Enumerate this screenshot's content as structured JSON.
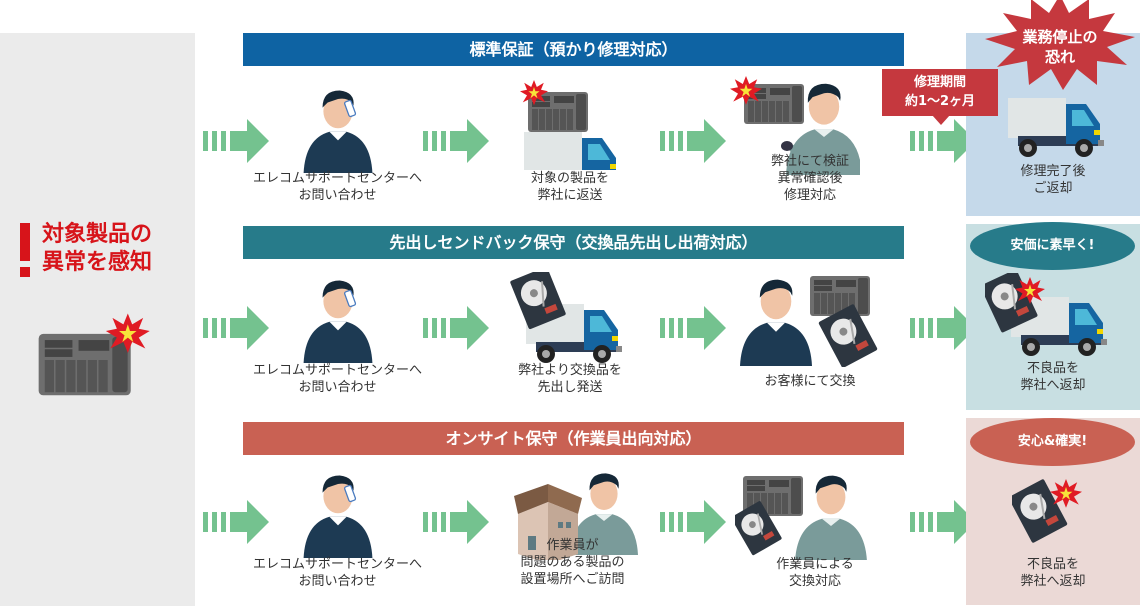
{
  "left": {
    "alert_line1": "対象製品の",
    "alert_line2": "異常を感知"
  },
  "colors": {
    "standard": "#0e63a3",
    "sendback": "#277b8a",
    "onsite": "#c96153",
    "arrow": "#74c28f",
    "alert": "#d7141a"
  },
  "rows": [
    {
      "header": "標準保証（預かり修理対応）",
      "steps": [
        {
          "line1": "エレコムサポートセンターへ",
          "line2": "お問い合わせ"
        },
        {
          "line1": "対象の製品を",
          "line2": "弊社に返送"
        },
        {
          "line1": "弊社にて検証",
          "line2": "異常確認後",
          "line3": "修理対応"
        }
      ],
      "callout": {
        "line1": "修理期間",
        "line2": "約1〜2ヶ月"
      },
      "warning": {
        "line1": "業務停止の",
        "line2": "恐れ"
      },
      "result": {
        "line1": "修理完了後",
        "line2": "ご返却"
      }
    },
    {
      "header": "先出しセンドバック保守（交換品先出し出荷対応）",
      "steps": [
        {
          "line1": "エレコムサポートセンターへ",
          "line2": "お問い合わせ"
        },
        {
          "line1": "弊社より交換品を",
          "line2": "先出し発送"
        },
        {
          "line1": "お客様にて交換"
        }
      ],
      "badge": "安価に素早く!",
      "result": {
        "line1": "不良品を",
        "line2": "弊社へ返却"
      }
    },
    {
      "header": "オンサイト保守（作業員出向対応）",
      "steps": [
        {
          "line1": "エレコムサポートセンターへ",
          "line2": "お問い合わせ"
        },
        {
          "line1": "作業員が",
          "line2": "問題のある製品の",
          "line3": "設置場所へご訪問"
        },
        {
          "line1": "作業員による",
          "line2": "交換対応"
        }
      ],
      "badge": "安心&確実!",
      "result": {
        "line1": "不良品を",
        "line2": "弊社へ返却"
      }
    }
  ]
}
